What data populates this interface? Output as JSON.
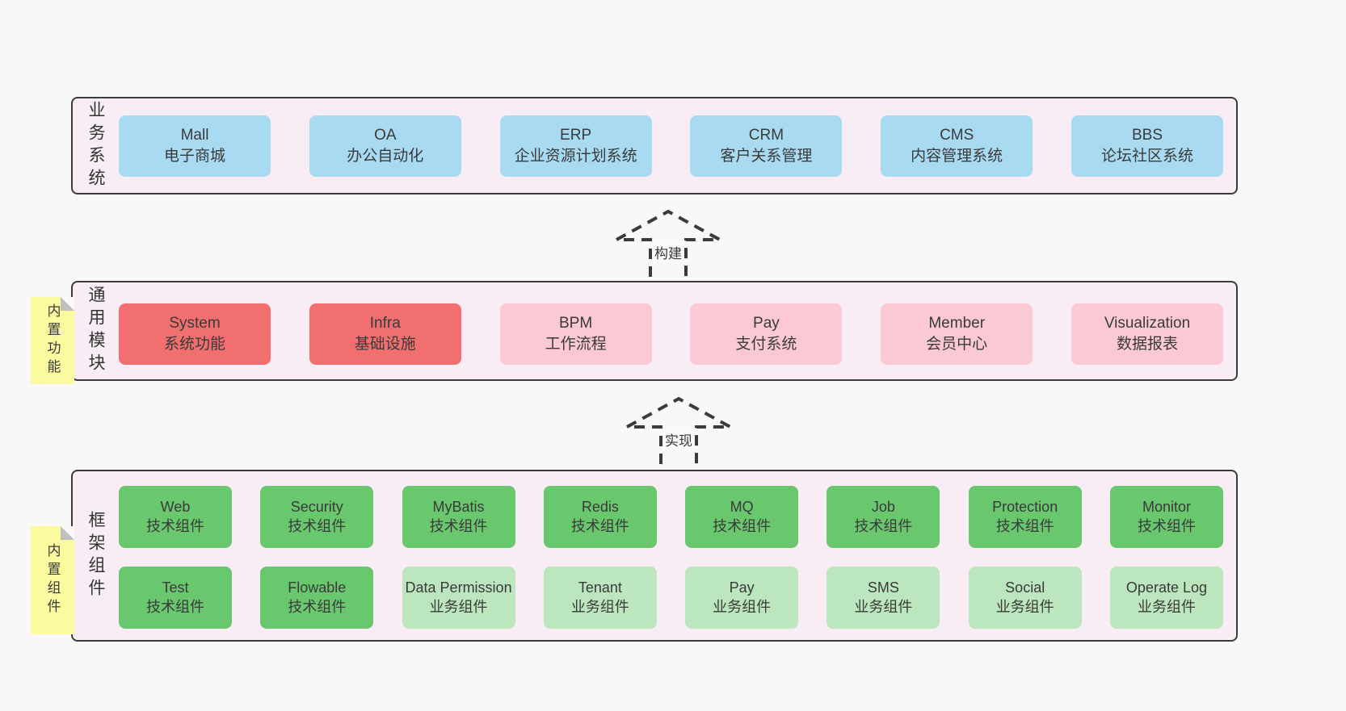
{
  "layers": {
    "business": {
      "label": "业务系统",
      "boxes": [
        {
          "name": "Mall",
          "desc": "电子商城"
        },
        {
          "name": "OA",
          "desc": "办公自动化"
        },
        {
          "name": "ERP",
          "desc": "企业资源计划系统"
        },
        {
          "name": "CRM",
          "desc": "客户关系管理"
        },
        {
          "name": "CMS",
          "desc": "内容管理系统"
        },
        {
          "name": "BBS",
          "desc": "论坛社区系统"
        }
      ]
    },
    "modules": {
      "label": "通用模块",
      "sticky": "内置功能",
      "boxes": [
        {
          "name": "System",
          "desc": "系统功能"
        },
        {
          "name": "Infra",
          "desc": "基础设施"
        },
        {
          "name": "BPM",
          "desc": "工作流程"
        },
        {
          "name": "Pay",
          "desc": "支付系统"
        },
        {
          "name": "Member",
          "desc": "会员中心"
        },
        {
          "name": "Visualization",
          "desc": "数据报表"
        }
      ]
    },
    "framework": {
      "label": "框架组件",
      "sticky": "内置组件",
      "row1": [
        {
          "name": "Web",
          "desc": "技术组件"
        },
        {
          "name": "Security",
          "desc": "技术组件"
        },
        {
          "name": "MyBatis",
          "desc": "技术组件"
        },
        {
          "name": "Redis",
          "desc": "技术组件"
        },
        {
          "name": "MQ",
          "desc": "技术组件"
        },
        {
          "name": "Job",
          "desc": "技术组件"
        },
        {
          "name": "Protection",
          "desc": "技术组件"
        },
        {
          "name": "Monitor",
          "desc": "技术组件"
        }
      ],
      "row2": [
        {
          "name": "Test",
          "desc": "技术组件"
        },
        {
          "name": "Flowable",
          "desc": "技术组件"
        },
        {
          "name": "Data Permission",
          "desc": "业务组件"
        },
        {
          "name": "Tenant",
          "desc": "业务组件"
        },
        {
          "name": "Pay",
          "desc": "业务组件"
        },
        {
          "name": "SMS",
          "desc": "业务组件"
        },
        {
          "name": "Social",
          "desc": "业务组件"
        },
        {
          "name": "Operate Log",
          "desc": "业务组件"
        }
      ]
    }
  },
  "arrows": {
    "build": "构建",
    "implement": "实现"
  },
  "colors": {
    "page_bg": "#f8f8f8",
    "container_bg": "#f9edf5",
    "border": "#3b3b3b",
    "blue": "#a8dbf2",
    "red": "#f26f6f",
    "pink": "#fbc9d3",
    "green_dark": "#69c86e",
    "green_light": "#bce6bd",
    "sticky_yellow": "#fbfa9e",
    "fold_gray": "#bfbfbf"
  }
}
